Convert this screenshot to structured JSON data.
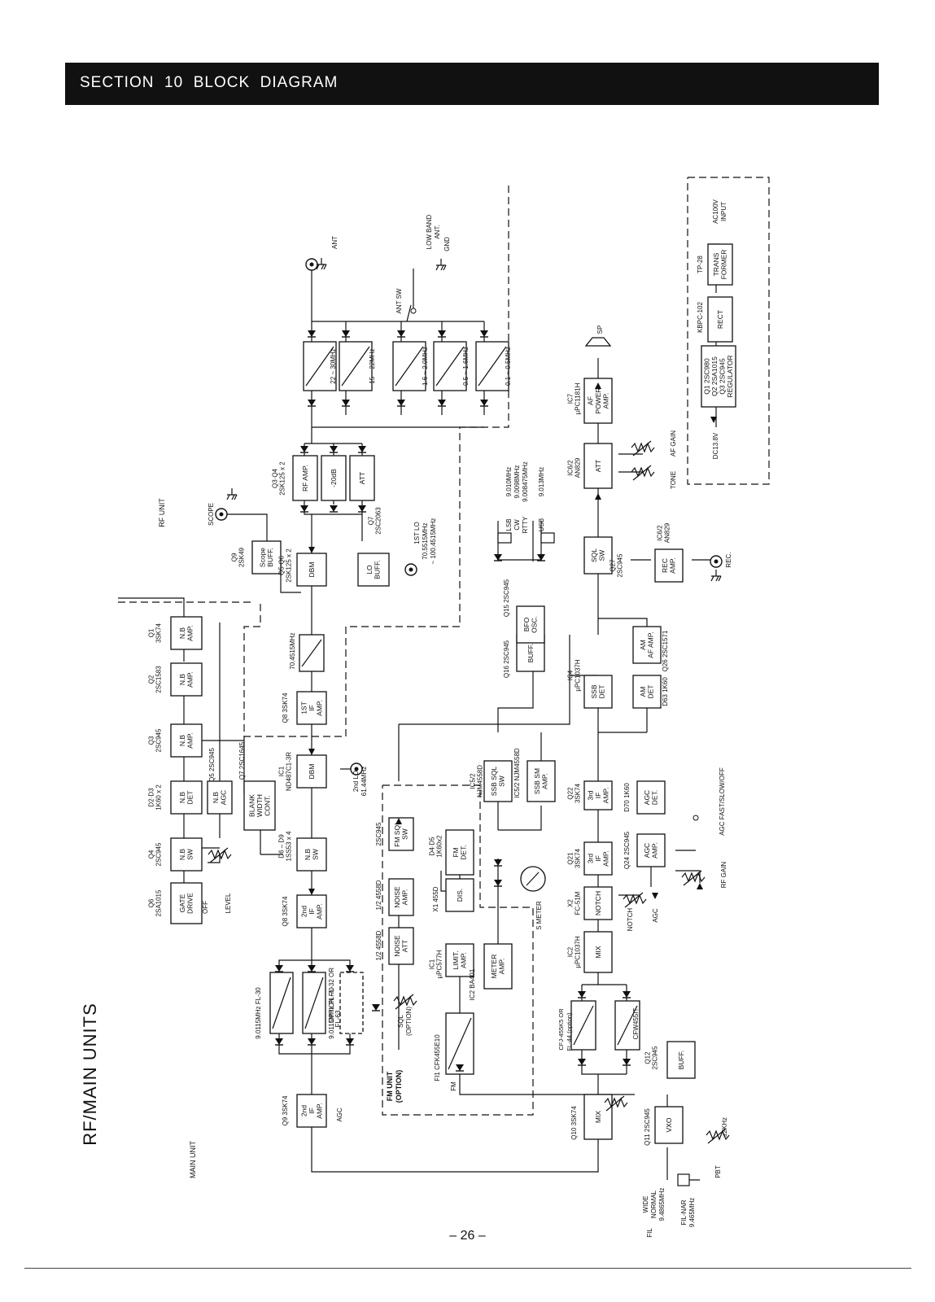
{
  "header": {
    "title": "SECTION  10  BLOCK  DIAGRAM"
  },
  "page_label": "RF/MAIN UNITS",
  "page_number": "– 26 –",
  "units": {
    "rf": "RF UNIT",
    "main": "MAIN UNIT",
    "fm_l1": "FM UNIT",
    "fm_l2": "(OPTION)"
  },
  "blocks": {
    "nb_amp1": [
      "N.B",
      "AMP."
    ],
    "nb_amp1_ref": [
      "Q1",
      "3SK74"
    ],
    "nb_amp2": [
      "N.B",
      "AMP."
    ],
    "nb_amp2_ref": [
      "Q2",
      "2SC1583"
    ],
    "nb_amp3": [
      "N.B",
      "AMP."
    ],
    "nb_amp3_ref": [
      "Q3",
      "2SC945"
    ],
    "nb_det": [
      "N.B",
      "DET"
    ],
    "nb_det_ref": [
      "D2·D3",
      "1K60 x 2"
    ],
    "nb_agc": [
      "N.B",
      "AGC"
    ],
    "nb_agc_ref": [
      "Q5 2SC945"
    ],
    "blank": [
      "BLANK",
      "WIDTH",
      "CONT."
    ],
    "blank_ref": [
      "Q7 2SC1645"
    ],
    "nb_sw": [
      "N.B",
      "SW"
    ],
    "nb_sw_ref": [
      "Q4",
      "2SC945"
    ],
    "gate": [
      "GATE",
      "DRIVE"
    ],
    "gate_ref": [
      "Q6",
      "2SA1015"
    ],
    "scope_buff": [
      "Scope",
      "BUFF."
    ],
    "scope_buff_ref": [
      "Q9",
      "2SK49"
    ],
    "dbm1": [
      "DBM"
    ],
    "dbm1_ref": [
      "Q5·Q6",
      "2SK125 x 2"
    ],
    "lo_buff": [
      "LO",
      "BUFF."
    ],
    "lo_buff_ref": [
      "Q7",
      "2SC2063"
    ],
    "rf_amp": [
      "RF AMP."
    ],
    "rf_amp_ref": [
      "Q3·Q4",
      "2SK125 x 2"
    ],
    "att20": [
      "-20dB"
    ],
    "att": [
      "ATT"
    ],
    "if1": [
      "1ST",
      "IF",
      "AMP."
    ],
    "if1_ref": [
      "Q8 3SK74"
    ],
    "dbm2": [
      "DBM"
    ],
    "dbm2_ref": [
      "IC1",
      "ND487C1-3R"
    ],
    "nbsw2": [
      "N.B",
      "SW"
    ],
    "nbsw2_ref": [
      "D6 – D9",
      "1SS53 x 4"
    ],
    "if2": [
      "2nd",
      "IF",
      "AMP."
    ],
    "if2_ref": [
      "Q8 3SK74"
    ],
    "if2b": [
      "2nd",
      "IF",
      "AMP."
    ],
    "if2b_ref": [
      "Q9 3SK74"
    ],
    "noise_att": [
      "NOISE",
      "ATT"
    ],
    "noise_att_ref": [
      "1/2 4558D"
    ],
    "noise_amp": [
      "NOISE",
      "AMP."
    ],
    "noise_amp_ref": [
      "1/2 4558D"
    ],
    "fm_sql": [
      "FM SQL",
      "SW"
    ],
    "fm_sql_ref": [
      "2SC945"
    ],
    "limit": [
      "LIMIT.",
      "AMP."
    ],
    "limit_ref": [
      "IC1",
      "µPC577H"
    ],
    "dis": [
      "DIS."
    ],
    "dis_ref": [
      "X1 455D"
    ],
    "fm_det": [
      "FM",
      "DET."
    ],
    "fm_det_ref": [
      "D4·D5",
      "1K60x2"
    ],
    "meter_amp": [
      "METER",
      "AMP."
    ],
    "meter_amp_ref": [
      "IC2 BA401"
    ],
    "ssb_sql": [
      "SSB SQL",
      "SW"
    ],
    "ssb_sql_ref": [
      "IC5/2",
      "NJM4558D"
    ],
    "ssb_sm": [
      "SSB SM",
      "AMP."
    ],
    "ssb_sm_ref": [
      "IC5/2 NJM4558D"
    ],
    "buff16": [
      "BUFF."
    ],
    "buff16_ref": [
      "Q16 2SC945"
    ],
    "bfo": [
      "BFO",
      "OSC."
    ],
    "bfo_ref": [
      "Q15 2SC945"
    ],
    "ssb_det": [
      "SSB",
      "DET"
    ],
    "ssb_det_ref": [
      "IC4",
      "µPC1037H"
    ],
    "am_det": [
      "AM",
      "DET"
    ],
    "am_det_ref": [
      "D63 1K60"
    ],
    "am_amp": [
      "AM",
      "AF AMP."
    ],
    "am_amp_ref": [
      "Q26 2SC1571"
    ],
    "sql_sw": [
      "SQL",
      "SW"
    ],
    "sql_sw_ref": [
      "Q27",
      "2SC945"
    ],
    "rec_amp": [
      "REC",
      "AMP."
    ],
    "rec_amp_ref": [
      "IC6/2",
      "AN829"
    ],
    "att_af": [
      "ATT"
    ],
    "att_af_ref": [
      "IC6/2",
      "AN829"
    ],
    "af_power": [
      "AF",
      "POWER",
      "AMP."
    ],
    "af_power_ref": [
      "IC7",
      "µPC1181H"
    ],
    "if3a": [
      "3rd",
      "IF",
      "AMP."
    ],
    "if3a_ref": [
      "Q22",
      "3SK74"
    ],
    "if3b": [
      "3rd",
      "IF",
      "AMP."
    ],
    "if3b_ref": [
      "Q21",
      "3SK74"
    ],
    "agc_det": [
      "AGC",
      "DET."
    ],
    "agc_det_ref": [
      "D70 1K60"
    ],
    "agc_amp": [
      "AGC",
      "AMP."
    ],
    "agc_amp_ref": [
      "Q24 2SC945"
    ],
    "notch": [
      "NOTCH"
    ],
    "notch_ref": [
      "X2",
      "FC-51M"
    ],
    "mix_ic2": [
      "MIX"
    ],
    "mix_ic2_ref": [
      "IC2",
      "µPC1037H"
    ],
    "mix_q10": [
      "MIX"
    ],
    "mix_q10_ref": [
      "Q10 3SK74"
    ],
    "vxo": [
      "VXO"
    ],
    "vxo_ref": [
      "Q11 2SC945"
    ],
    "buff12": [
      "BUFF."
    ],
    "buff12_ref": [
      "Q12",
      "2SC945"
    ],
    "regulator": [
      "Q1 2SC980",
      "Q2 2SA1015",
      "Q3 2SC945",
      "REGULATOR"
    ],
    "rect": [
      "RECT"
    ],
    "rect_ref": [
      "KBPC-102"
    ],
    "trans": [
      "TRANS",
      "FORMER"
    ],
    "trans_ref": [
      "TP-28"
    ]
  },
  "filters": {
    "f1": "22 ~ 30MHz",
    "f2": "15 ~ 22MHz",
    "f3": "1.6 ~ 2.0MHz",
    "f4": "0.5 ~ 1.6MHz",
    "f5": "0.1 ~ 0.5MHz",
    "if1": "70.4515MHz",
    "fl30": "9.0115MHz  FL-30",
    "fl70": "9.0115MHz  FL-70",
    "opt_l1": "OPTION  FL-32 OR",
    "opt_l2": "FL-63",
    "cfk": "FI1 CFK455E10",
    "cfj_l1": "CFJ-455K5 OR",
    "cfj_l2": "FL-44 (option)",
    "cfw": "CFW455IT"
  },
  "labels": {
    "ant": "ANT",
    "ant_sw": "ANT SW",
    "low_band_l1": "LOW BAND",
    "low_band_l2": "ANT.",
    "gnd": "GND",
    "scope": "SCOPE",
    "first_lo_l1": "1ST LO",
    "first_lo_l2": "70.5515MHz",
    "first_lo_l3": "~ 100.4515MHz",
    "second_lo_l1": "2nd LO",
    "second_lo_l2": "61.44MHz",
    "off": "OFF",
    "level": "LEVEL",
    "agc": "AGC",
    "sql": "SQL",
    "sql_opt": "(OPTION)",
    "s_meter": "S METER",
    "fm": "FM",
    "lsb": "LSB",
    "lsb_f": "9.010MHz",
    "cw": "CW",
    "cw_f": "9.0098MHz",
    "rtty": "RTTY",
    "rtty_f": "9.008475MHz",
    "usb": "USB",
    "usb_f": "9.013MHz",
    "sp": "SP",
    "tone": "TONE",
    "af_gain": "AF GAIN",
    "rec": "REC.",
    "agc_sel": "AGC FAST/SLOW/OFF",
    "rf_gain": "RF GAIN",
    "notch_ctl": "NOTCH",
    "agc_out": "AGC",
    "fil_wide": "WIDE",
    "fil_normal": "NORMAL",
    "fil_normal_f": "9.4865MHz",
    "fil": "FIL",
    "fil_nar": "FIL-NAR",
    "fil_nar_f": "9.465MHz",
    "pbt": "PBT",
    "pbt_f": "±2KHz",
    "dc13": "DC13.8V",
    "ac100_l1": "AC100V",
    "ac100_l2": "INPUT"
  }
}
